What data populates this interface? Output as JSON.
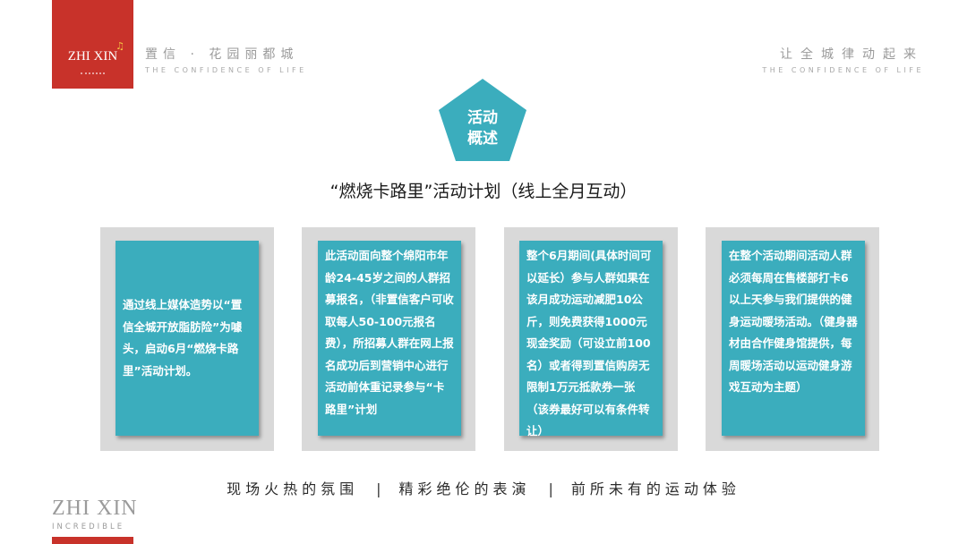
{
  "header": {
    "logo_text": "ZHI XIN",
    "brand_cn": "置信 · 花园丽都城",
    "brand_en": "THE CONFIDENCE OF LIFE",
    "slogan_cn": "让全城律动起来",
    "slogan_en": "THE CONFIDENCE OF LIFE"
  },
  "badge": {
    "line1": "活动",
    "line2": "概述",
    "color": "#3badbd"
  },
  "title": "“燃烧卡路里”活动计划（线上全月互动）",
  "cards": [
    {
      "text": "通过线上媒体造势以“置信全城开放脂肪险”为噱头，启动6月“燃烧卡路里”活动计划。"
    },
    {
      "text": "此活动面向整个绵阳市年龄24-45岁之间的人群招募报名，（非置信客户可收取每人50-100元报名费），所招募人群在网上报名成功后到营销中心进行活动前体重记录参与“卡路里”计划"
    },
    {
      "text": "整个6月期间(具体时间可以延长）参与人群如果在该月成功运动减肥10公斤，则免费获得1000元现金奖励（可设立前100名）或者得到置信购房无限制1万元抵款券一张（该券最好可以有条件转让）"
    },
    {
      "text": "在整个活动期间活动人群必须每周在售楼部打卡6以上天参与我们提供的健身运动暖场活动。（健身器材由合作健身馆提供，每周暖场活动以运动健身游戏互动为主题）"
    }
  ],
  "taglines": [
    "现场火热的氛围",
    "精彩绝伦的表演",
    "前所未有的运动体验"
  ],
  "tagline_sep": "|",
  "footer": {
    "brand": "ZHI XIN",
    "sub": "INCREDIBLE"
  },
  "colors": {
    "brand_red": "#c8322a",
    "teal": "#3badbd",
    "card_bg": "#d9d9d9"
  }
}
